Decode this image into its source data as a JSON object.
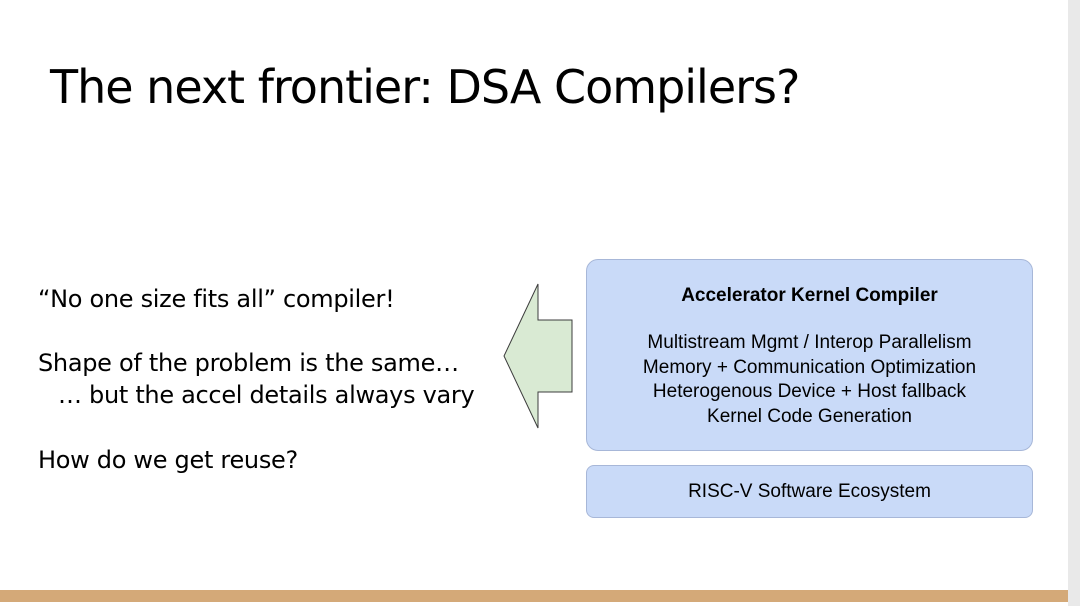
{
  "title": "The next frontier: DSA Compilers?",
  "body": {
    "line1": "“No one size fits all” compiler!",
    "line2": "Shape of the problem is the same…",
    "line3": "… but the accel details always vary",
    "line4": "How do we get reuse?"
  },
  "compiler_box": {
    "title": "Accelerator Kernel Compiler",
    "items": [
      "Multistream Mgmt / Interop Parallelism",
      "Memory + Communication Optimization",
      "Heterogenous Device + Host fallback",
      "Kernel Code Generation"
    ]
  },
  "ecosystem_box": {
    "label": "RISC-V Software Ecosystem"
  },
  "colors": {
    "box_fill": "#c9daf8",
    "arrow_fill": "#d9ead3",
    "footer_bar": "#d4a978"
  }
}
